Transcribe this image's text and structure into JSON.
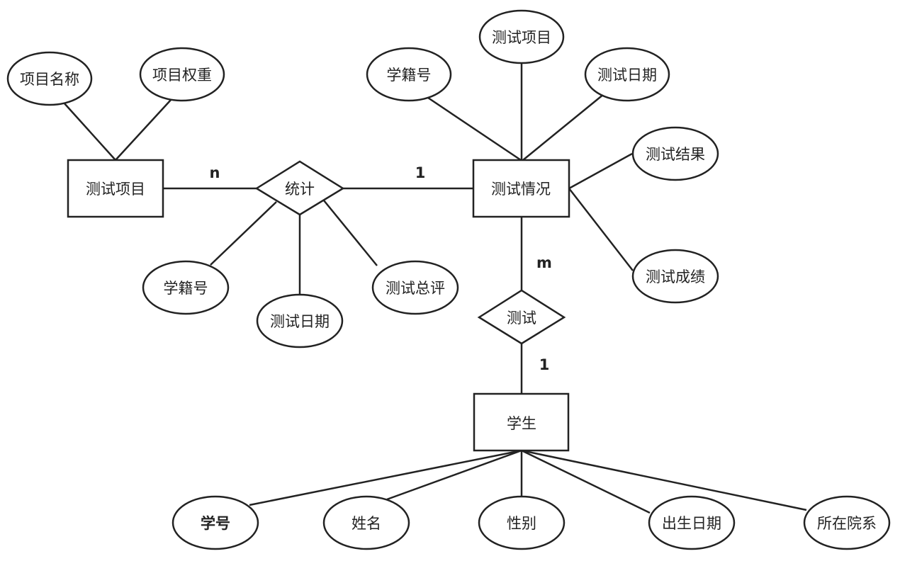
{
  "entities": {
    "test_item": "测试项目",
    "test_status": "测试情况",
    "student": "学生"
  },
  "relationships": {
    "stat": "统计",
    "test": "测试"
  },
  "attributes": {
    "item_name": "项目名称",
    "item_weight": "项目权重",
    "status_student_id": "学籍号",
    "status_test_item": "测试项目",
    "status_test_date": "测试日期",
    "status_test_result": "测试结果",
    "status_test_score": "测试成绩",
    "stat_student_id": "学籍号",
    "stat_test_date": "测试日期",
    "stat_overall": "测试总评",
    "student_id": "学号",
    "student_name": "姓名",
    "student_gender": "性别",
    "student_birthdate": "出生日期",
    "student_department": "所在院系"
  },
  "cardinalities": {
    "item_stat": "n",
    "stat_status": "1",
    "status_test": "m",
    "test_student": "1"
  }
}
